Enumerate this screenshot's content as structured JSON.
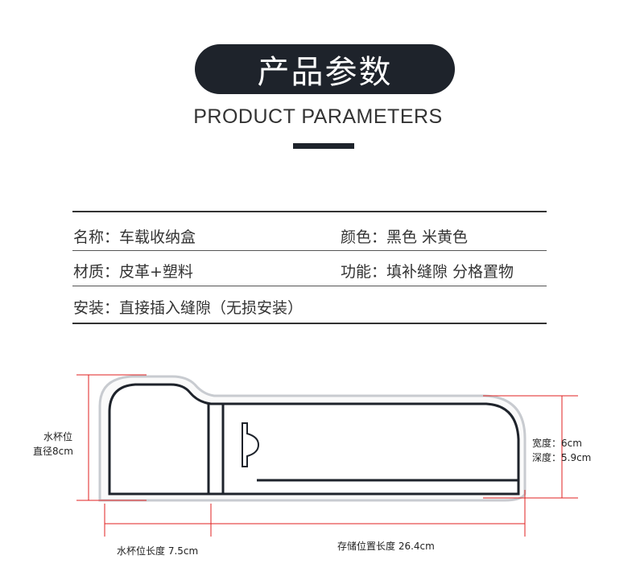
{
  "header": {
    "title": "产品参数",
    "subtitle": "PRODUCT PARAMETERS"
  },
  "params": [
    {
      "label": "名称：",
      "value": "车载收纳盒"
    },
    {
      "label": "颜色：",
      "value": "黑色 米黄色"
    },
    {
      "label": "材质：",
      "value": "皮革+塑料"
    },
    {
      "label": "功能：",
      "value": "填补缝隙 分格置物"
    },
    {
      "label": "安装：",
      "value": "直接插入缝隙（无损安装）"
    }
  ],
  "diagram": {
    "cup_label_line1": "水杯位",
    "cup_label_line2": "直径8cm",
    "width_label": "宽度：6cm",
    "depth_label": "深度：5.9cm",
    "cup_length_label": "水杯位长度 7.5cm",
    "storage_length_label": "存储位置长度 26.4cm",
    "dimension_color": "#e02020",
    "outline_color": "#1e232b"
  }
}
